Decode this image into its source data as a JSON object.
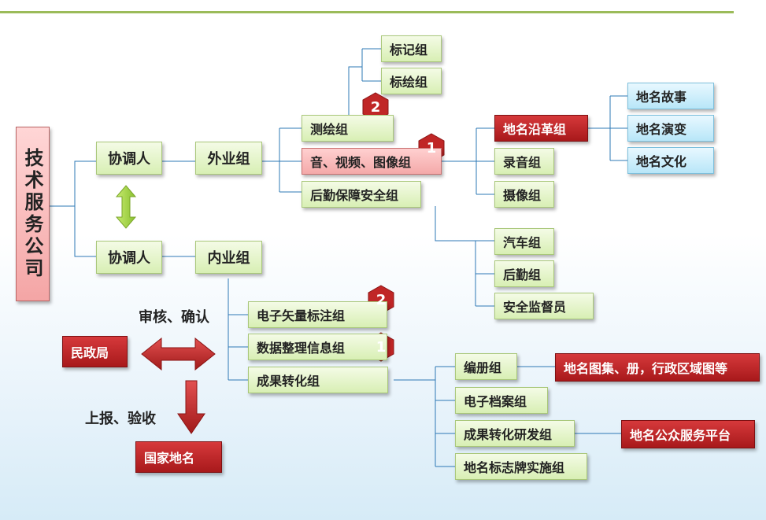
{
  "root": "技术服务公司",
  "coordinator_top": "协调人",
  "coordinator_bottom": "协调人",
  "field_group": "外业组",
  "office_group": "内业组",
  "field": {
    "survey": "测绘组",
    "av": "音、视频、图像组",
    "logistics": "后勤保障安全组",
    "survey_sub": [
      "标记组",
      "标绘组"
    ],
    "av_sub": [
      "地名沿革组",
      "录音组",
      "摄像组"
    ],
    "history_sub": [
      "地名故事",
      "地名演变",
      "地名文化"
    ],
    "logistics_sub": [
      "汽车组",
      "后勤组",
      "安全监督员"
    ]
  },
  "office": {
    "vector": "电子矢量标注组",
    "data": "数据整理信息组",
    "results": "成果转化组",
    "results_sub": [
      "编册组",
      "电子档案组",
      "成果转化研发组",
      "地名标志牌实施组"
    ],
    "atlas": "地名图集、册，行政区域图等",
    "platform": "地名公众服务平台"
  },
  "review_label": "审核、确认",
  "civil_affairs": "民政局",
  "report_label": "上报、验收",
  "national": "国家地名",
  "badges": {
    "survey": "2",
    "av": "1",
    "vector": "2",
    "data": "1"
  },
  "colors": {
    "line": "#2e78b5",
    "accent_red": "#b42222",
    "arrow_green": "#9bcf3a"
  }
}
